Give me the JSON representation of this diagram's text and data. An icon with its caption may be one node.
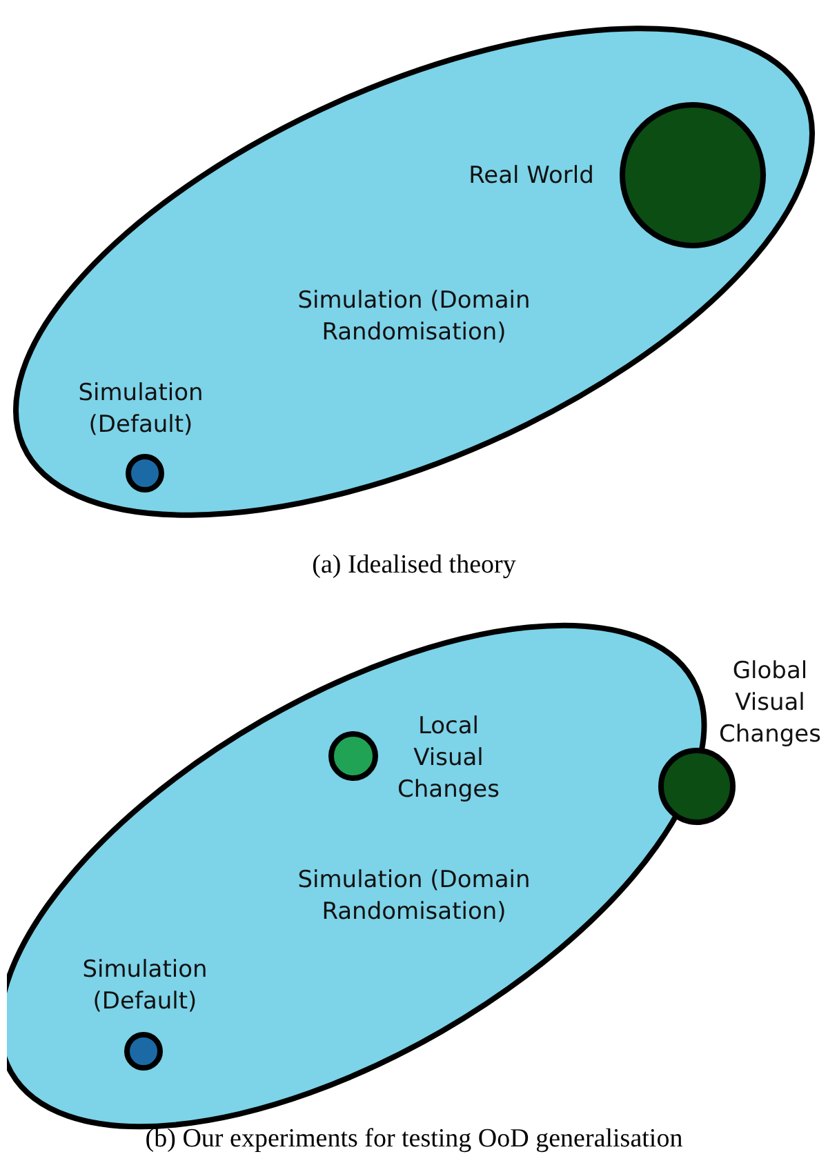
{
  "diagram": {
    "nodes": [
      {
        "text": [
          "Simulation (Domain Randomisation)"
        ]
      },
      {
        "text": [],
        "shape": "circle",
        "beside": [
          "Real World"
        ],
        "in": 0
      },
      {
        "text": [],
        "shape": "circle",
        "beside": [
          "Simulation (Default)"
        ],
        "in": 0
      },
      {
        "text": [
          "Simulation (Domain Randomisation)"
        ]
      },
      {
        "text": [],
        "shape": "circle",
        "beside": [
          "Local Visual Changes"
        ],
        "in": 3
      },
      {
        "text": [],
        "shape": "circle",
        "beside": [
          "Global Visual Changes"
        ]
      },
      {
        "text": [],
        "shape": "circle",
        "beside": [
          "Simulation (Default)"
        ],
        "in": 3
      }
    ],
    "edges": [],
    "labels": [
      "(a) Idealised theory",
      "(b) Our experiments for testing OoD generalisation"
    ]
  }
}
